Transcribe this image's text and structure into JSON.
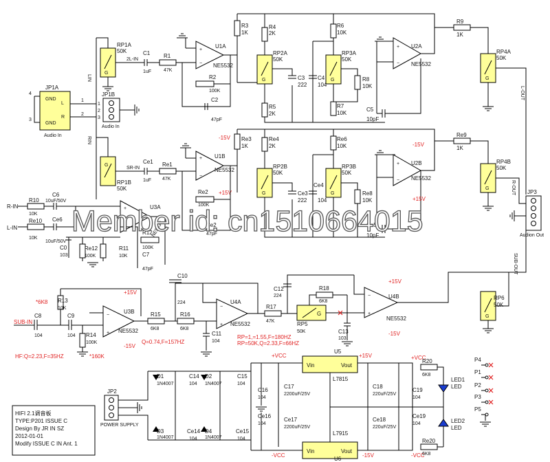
{
  "watermark": "Member id: cn1510664015",
  "connectors": {
    "jp1a": {
      "ref": "JP1A",
      "gnd1": "GND",
      "l": "L",
      "r": "R",
      "gnd2": "GND",
      "caption": "Audio In",
      "pin4": "4",
      "pin3": "3",
      "pin1": "1",
      "pin2": "2"
    },
    "jp1b": {
      "ref": "JP1B",
      "caption": "Audio In",
      "p1": "1",
      "p2": "2",
      "p3": "3"
    },
    "jp3": {
      "ref": "JP3",
      "caption": "Audion Out"
    },
    "jp2": {
      "ref": "JP2",
      "caption": "POWER SUPPLY"
    },
    "p_labels": [
      "P4",
      "P1",
      "P2",
      "P3",
      "P5"
    ]
  },
  "nets": {
    "lin": "LIN",
    "rin": "RIN",
    "l_out": "L-OUT",
    "r_out": "R-OUT",
    "sub_out": "SUB-OUT",
    "two_l_in": "2L-IN",
    "sr_in": "SR-IN",
    "r_in": "R-IN",
    "l_in": "L-IN",
    "sub_in": "SUB-IN",
    "vcc_pos": "+VCC",
    "vcc_neg": "-VCC",
    "pos15": "+15V",
    "neg15": "-15V"
  },
  "pots": {
    "rp1a": {
      "ref": "RP1A",
      "val": "50K"
    },
    "rp1b": {
      "ref": "RP1B",
      "val": "50K"
    },
    "rp2a": {
      "ref": "RP2A",
      "val": "50K"
    },
    "rp3a": {
      "ref": "RP3A",
      "val": "50K"
    },
    "rp2b": {
      "ref": "RP2B",
      "val": "50K"
    },
    "rp3b": {
      "ref": "RP3B",
      "val": "50K"
    },
    "rp4a": {
      "ref": "RP4A",
      "val": "50K"
    },
    "rp4b": {
      "ref": "RP4B",
      "val": "50K"
    },
    "rp5": {
      "ref": "RP5",
      "val": "50K"
    },
    "rp6": {
      "ref": "RP6",
      "val": "50K"
    },
    "g": "G"
  },
  "opamps": {
    "u1a": {
      "ref": "U1A",
      "part": "NE5532"
    },
    "u1b": {
      "ref": "U1B",
      "part": "NE5532"
    },
    "u2a": {
      "ref": "U2A",
      "part": "NE5532"
    },
    "u2b": {
      "ref": "U2B",
      "part": "NE5532"
    },
    "u3a": {
      "ref": "U3A",
      "part": "NE5532"
    },
    "u3b": {
      "ref": "U3B",
      "part": "NE5532"
    },
    "u4a": {
      "ref": "U4A",
      "part": "NE5532"
    },
    "u4b": {
      "ref": "U4B",
      "part": "NE5532"
    }
  },
  "components": {
    "c1": "C1",
    "c1v": "1uF",
    "r1": "R1",
    "r1v": "47K",
    "r2": "R2",
    "r2v": "100K",
    "c2": "C2",
    "c2v": "47pF",
    "r3": "R3",
    "r3v": "1K",
    "r4": "R4",
    "r4v": "2K",
    "r5": "R5",
    "r5v": "2K",
    "r6": "R6",
    "r6v": "10K",
    "r7": "R7",
    "r7v": "10K",
    "r8": "R8",
    "r8v": "10K",
    "c3": "C3",
    "c3v": "222",
    "c4": "C4",
    "c4v": "104",
    "c5": "C5",
    "c5v": "10pF",
    "r9": "R9",
    "r9v": "1K",
    "ce1": "Ce1",
    "ce1v": "1uF",
    "re1": "Re1",
    "re1v": "47K",
    "re2": "Re2",
    "re2v": "100K",
    "ce2": "Ce2",
    "ce2v": "47pF",
    "re3": "Re3",
    "re3v": "1K",
    "re4": "Re4",
    "re4v": "2K",
    "re6": "Re6",
    "re6v": "10K",
    "re8": "Re8",
    "re8v": "10K",
    "ce3": "Ce3",
    "ce3v": "222",
    "ce4": "Ce4",
    "ce4v": "104",
    "ce5": "Ce5",
    "ce5v": "10pF",
    "re9": "Re9",
    "re9v": "1K",
    "r10": "R10",
    "r10v": "10K",
    "re10": "Re10",
    "re10v": "10K",
    "c6": "C6",
    "c6v": "10uF/50V",
    "ce6": "Ce6",
    "ce6v": "10uF/50V",
    "c0": "C0",
    "c0v": "103",
    "re12": "Re12",
    "re12v": "100K",
    "r11": "R11",
    "r11v": "10K",
    "r12": "R12",
    "r12v": "100K",
    "c7": "C7",
    "c7v": "47pF",
    "c8": "C8",
    "c8v": "104",
    "r13": "R13",
    "r13v": "10K",
    "c9": "C9",
    "c9v": "104",
    "r14": "R14",
    "r14v": "100K",
    "c10": "C10",
    "c10v": "224",
    "r15": "R15",
    "r15v": "6K8",
    "r16": "R16",
    "r16v": "6K8",
    "c11": "C11",
    "c11v": "104",
    "r17": "R17",
    "r17v": "47K",
    "c12": "C12",
    "c12v": "224",
    "r18": "R18",
    "r18v": "6K8",
    "c13": "C13",
    "c13v": "103",
    "d1": "D1",
    "d2": "D2",
    "d3": "D3",
    "d4": "D4",
    "dv": "1N4007",
    "c14": "C14",
    "c15": "C15",
    "c16": "C16",
    "c14e": "Ce14",
    "c15e": "Ce15",
    "c16e": "Ce16",
    "cv104": "104",
    "c17": "C17",
    "c17v": "2200uF/25V",
    "c17e": "Ce17",
    "c17ev": "2200uF/25V",
    "c18": "C18",
    "c18v": "220uF/25V",
    "c18e": "Ce18",
    "c18ev": "220uF/25V",
    "c19": "C19",
    "c19e": "Ce19",
    "u5": "U5",
    "u5part": "L7815",
    "u6": "U6",
    "u6part": "L7915",
    "vin": "Vin",
    "vout": "Vout",
    "r20": "R20",
    "r20v": "6K8",
    "re20": "Re20",
    "re20v": "6K8",
    "led1": "LED1",
    "led2": "LED2",
    "led": "LED"
  },
  "annotations": {
    "k6k8": "*6K8",
    "k160": "*160K",
    "hf": "HF:Q=2.23,F=35HZ",
    "q074": "Q=0.74,F=157HZ",
    "rp1": "RP=1,=1.55,F=180HZ",
    "rp50": "RP=50K,Q=2.33,F=66HZ"
  },
  "title_block": {
    "line1": "HIFI 2.1调音板",
    "line2": "TYPE:P201  ISSUE C",
    "line3": "Design By JR IN SZ",
    "line4": "2012-01-01",
    "line5": "Modify ISSUE C IN Ant. 1"
  }
}
